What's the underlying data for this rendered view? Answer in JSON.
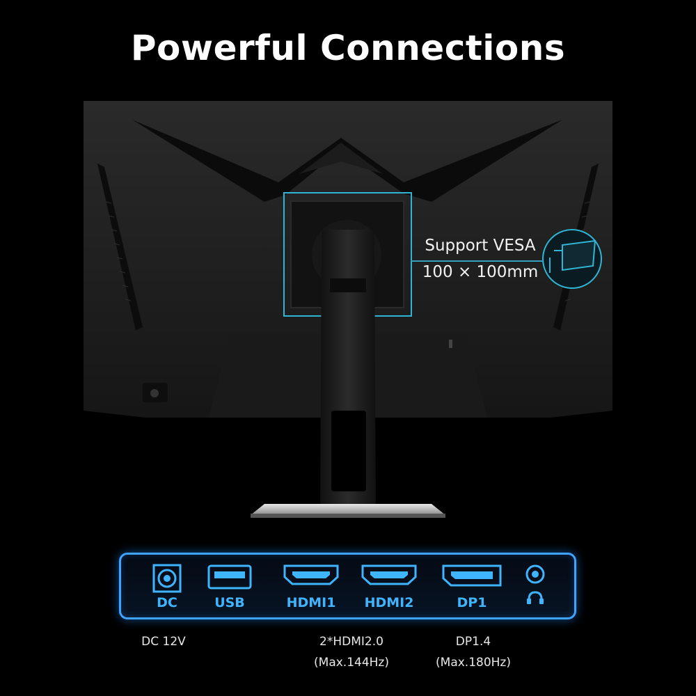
{
  "title": "Powerful Connections",
  "vesa": {
    "line1": "Support VESA",
    "line2": "100 × 100mm",
    "icon": "vesa-mount-icon"
  },
  "ports": [
    {
      "label": "DC",
      "icon": "dc-jack-icon"
    },
    {
      "label": "USB",
      "icon": "usb-port-icon"
    },
    {
      "label": "HDMI1",
      "icon": "hdmi-port-icon"
    },
    {
      "label": "HDMI2",
      "icon": "hdmi-port-icon"
    },
    {
      "label": "DP1",
      "icon": "displayport-icon"
    },
    {
      "label": "",
      "icon": "headphone-jack-icon"
    }
  ],
  "specs": {
    "dc": "DC 12V",
    "hdmi_line1": "2*HDMI2.0",
    "hdmi_line2": "(Max.144Hz)",
    "dp_line1": "DP1.4",
    "dp_line2": "(Max.180Hz)"
  },
  "colors": {
    "accent": "#3fb4ff",
    "background": "#000000",
    "vesa_highlight": "#2fb6d6"
  }
}
